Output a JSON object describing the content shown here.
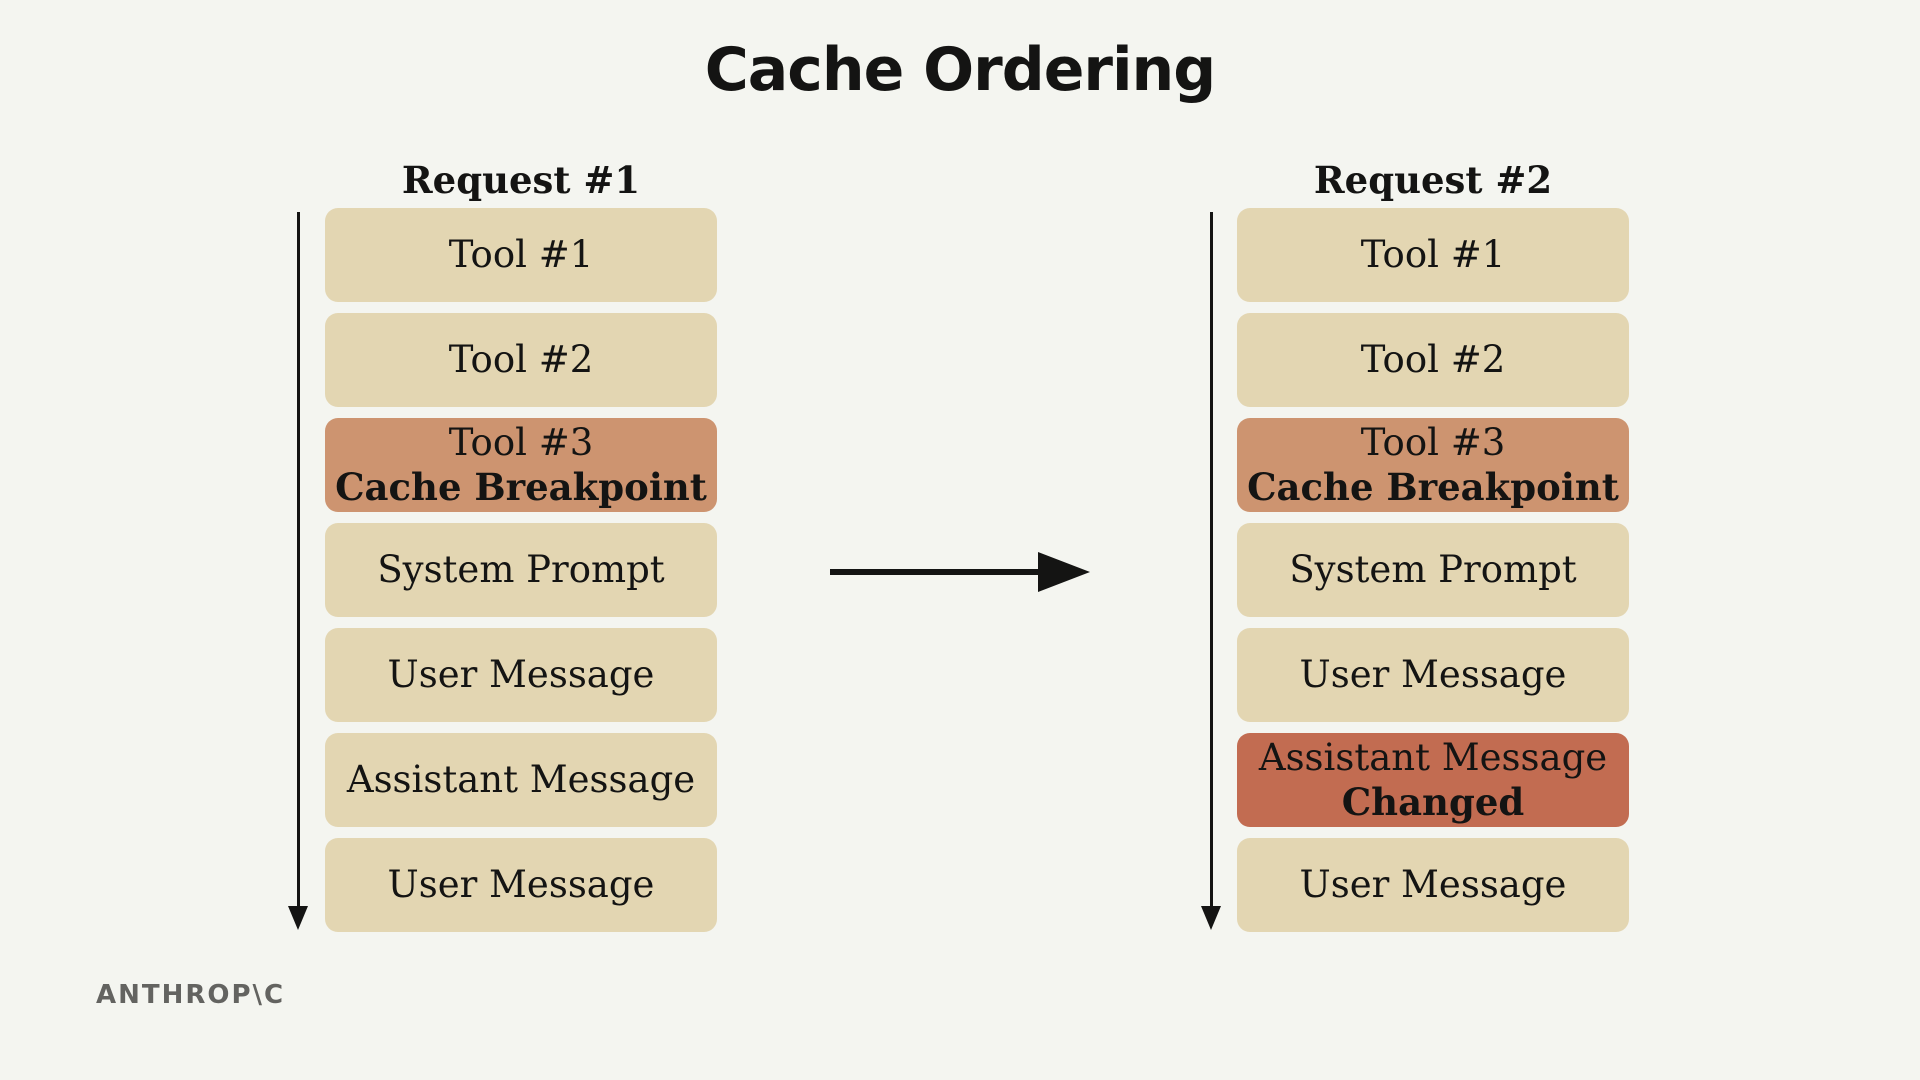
{
  "title": "Cache Ordering",
  "colors": {
    "background": "#f4f5f0",
    "block_default": "#e3d6b2",
    "block_breakpoint": "#cd9470",
    "block_changed": "#c26c51",
    "text": "#141413"
  },
  "requests": [
    {
      "header": "Request #1",
      "blocks": [
        {
          "line1": "Tool #1",
          "line2": "",
          "kind": "default"
        },
        {
          "line1": "Tool #2",
          "line2": "",
          "kind": "default"
        },
        {
          "line1": "Tool #3",
          "line2": "Cache Breakpoint",
          "kind": "breakpoint"
        },
        {
          "line1": "System Prompt",
          "line2": "",
          "kind": "default"
        },
        {
          "line1": "User Message",
          "line2": "",
          "kind": "default"
        },
        {
          "line1": "Assistant Message",
          "line2": "",
          "kind": "default"
        },
        {
          "line1": "User Message",
          "line2": "",
          "kind": "default"
        }
      ]
    },
    {
      "header": "Request #2",
      "blocks": [
        {
          "line1": "Tool #1",
          "line2": "",
          "kind": "default"
        },
        {
          "line1": "Tool #2",
          "line2": "",
          "kind": "default"
        },
        {
          "line1": "Tool #3",
          "line2": "Cache Breakpoint",
          "kind": "breakpoint"
        },
        {
          "line1": "System Prompt",
          "line2": "",
          "kind": "default"
        },
        {
          "line1": "User Message",
          "line2": "",
          "kind": "default"
        },
        {
          "line1": "Assistant Message",
          "line2": "Changed",
          "kind": "changed"
        },
        {
          "line1": "User Message",
          "line2": "",
          "kind": "default"
        }
      ]
    }
  ],
  "logo_text": "ANTHROP\\C"
}
